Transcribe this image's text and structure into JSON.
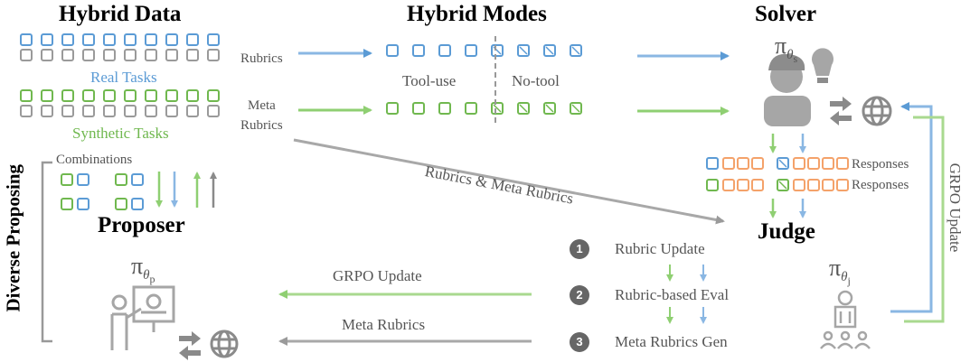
{
  "headings": {
    "hybrid_data": "Hybrid Data",
    "hybrid_modes": "Hybrid Modes",
    "solver": "Solver",
    "proposer": "Proposer",
    "judge": "Judge"
  },
  "labels": {
    "rubrics": "Rubrics",
    "meta": "Meta",
    "rubrics2": "Rubrics",
    "real_tasks": "Real Tasks",
    "synthetic_tasks": "Synthetic Tasks",
    "combinations": "Combinations",
    "tool_use": "Tool-use",
    "no_tool": "No-tool",
    "responses1": "Responses",
    "responses2": "Responses",
    "rubrics_meta_rubrics": "Rubrics & Meta Rubrics",
    "grpo_update_left": "GRPO Update",
    "meta_rubrics_left": "Meta Rubrics",
    "grpo_update_right": "GRPO Update",
    "diverse_proposing": "Diverse Proposing"
  },
  "steps": [
    {
      "num": "1",
      "label": "Rubric Update"
    },
    {
      "num": "2",
      "label": "Rubric-based Eval"
    },
    {
      "num": "3",
      "label": "Meta Rubrics Gen"
    }
  ],
  "policies": {
    "solver_base": "π",
    "solver_sub": "θ",
    "solver_subsub": "s",
    "proposer_base": "π",
    "proposer_sub": "θ",
    "proposer_subsub": "p",
    "judge_base": "π",
    "judge_sub": "θ",
    "judge_subsub": "j"
  },
  "colors": {
    "blue": "#5b9bd5",
    "green": "#70b84f",
    "gray": "#9a9a9a",
    "orange": "#f4a26a",
    "icon_gray": "#a6a6a6"
  },
  "icons": {
    "solver": "person-with-lightbulb-icon",
    "proposer": "presenter-with-board-icon",
    "judge": "judge-with-audience-icon",
    "web": "globe-icon",
    "exchange": "bidirectional-arrows-icon"
  }
}
